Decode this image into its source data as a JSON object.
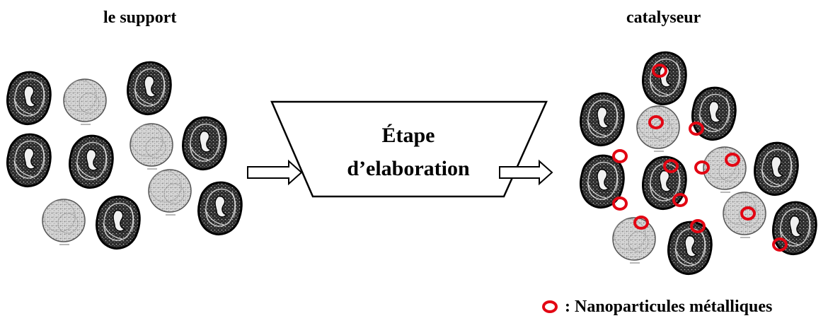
{
  "labels": {
    "support": "le support",
    "catalyst": "catalyseur"
  },
  "process_step": {
    "line1": "Étape",
    "line2": "d’elaboration"
  },
  "legend": {
    "marker_color": "#e30613",
    "text": ": Nanoparticules métalliques"
  },
  "particle_types": [
    "dark-irregular-support-particle",
    "grey-spherical-support-particle"
  ]
}
